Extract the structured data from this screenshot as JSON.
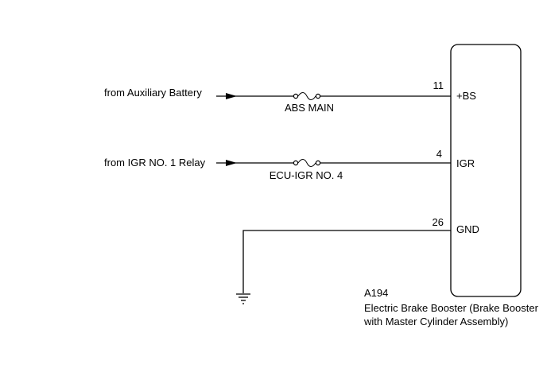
{
  "sources": {
    "aux_battery": "from Auxiliary Battery",
    "igr_relay": "from IGR NO. 1 Relay"
  },
  "fuses": {
    "abs_main": "ABS MAIN",
    "ecu_igr": "ECU-IGR NO. 4"
  },
  "connector": {
    "id": "A194",
    "name_line1": "Electric Brake Booster (Brake Booster",
    "name_line2": "with Master Cylinder Assembly)",
    "pins": [
      {
        "number": "11",
        "label": "+BS"
      },
      {
        "number": "4",
        "label": "IGR"
      },
      {
        "number": "26",
        "label": "GND"
      }
    ]
  }
}
